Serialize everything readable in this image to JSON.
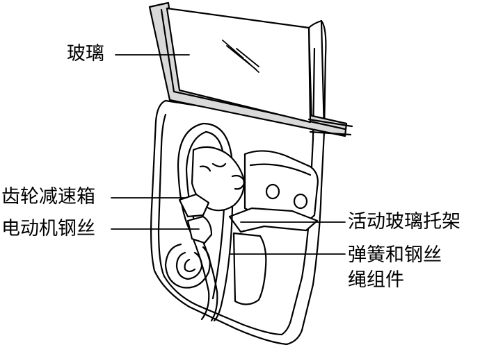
{
  "labels": {
    "glass": "玻璃",
    "gearbox": "齿轮减速箱",
    "motor_cable": "电动机钢丝",
    "glass_carrier": "活动玻璃托架",
    "spring_cable_line1": "弹簧和钢丝",
    "spring_cable_line2": "绳组件"
  },
  "colors": {
    "stroke": "#000000",
    "fill_door": "#ffffff",
    "fill_cable": "#d9d9d9",
    "background": "#ffffff"
  }
}
